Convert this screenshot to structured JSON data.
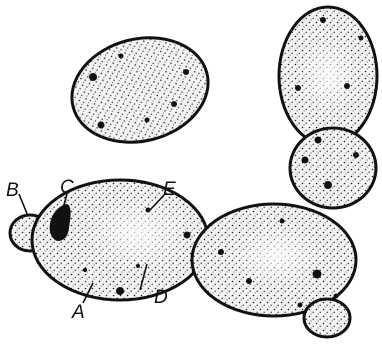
{
  "figure": {
    "labels": {
      "a": "A",
      "b": "B",
      "c": "C",
      "d": "D",
      "e": "E"
    }
  },
  "colors": {
    "ink": "#111111",
    "paper": "#ffffff",
    "cell_fill": "#f3f3f3",
    "stipple": "#222222"
  }
}
